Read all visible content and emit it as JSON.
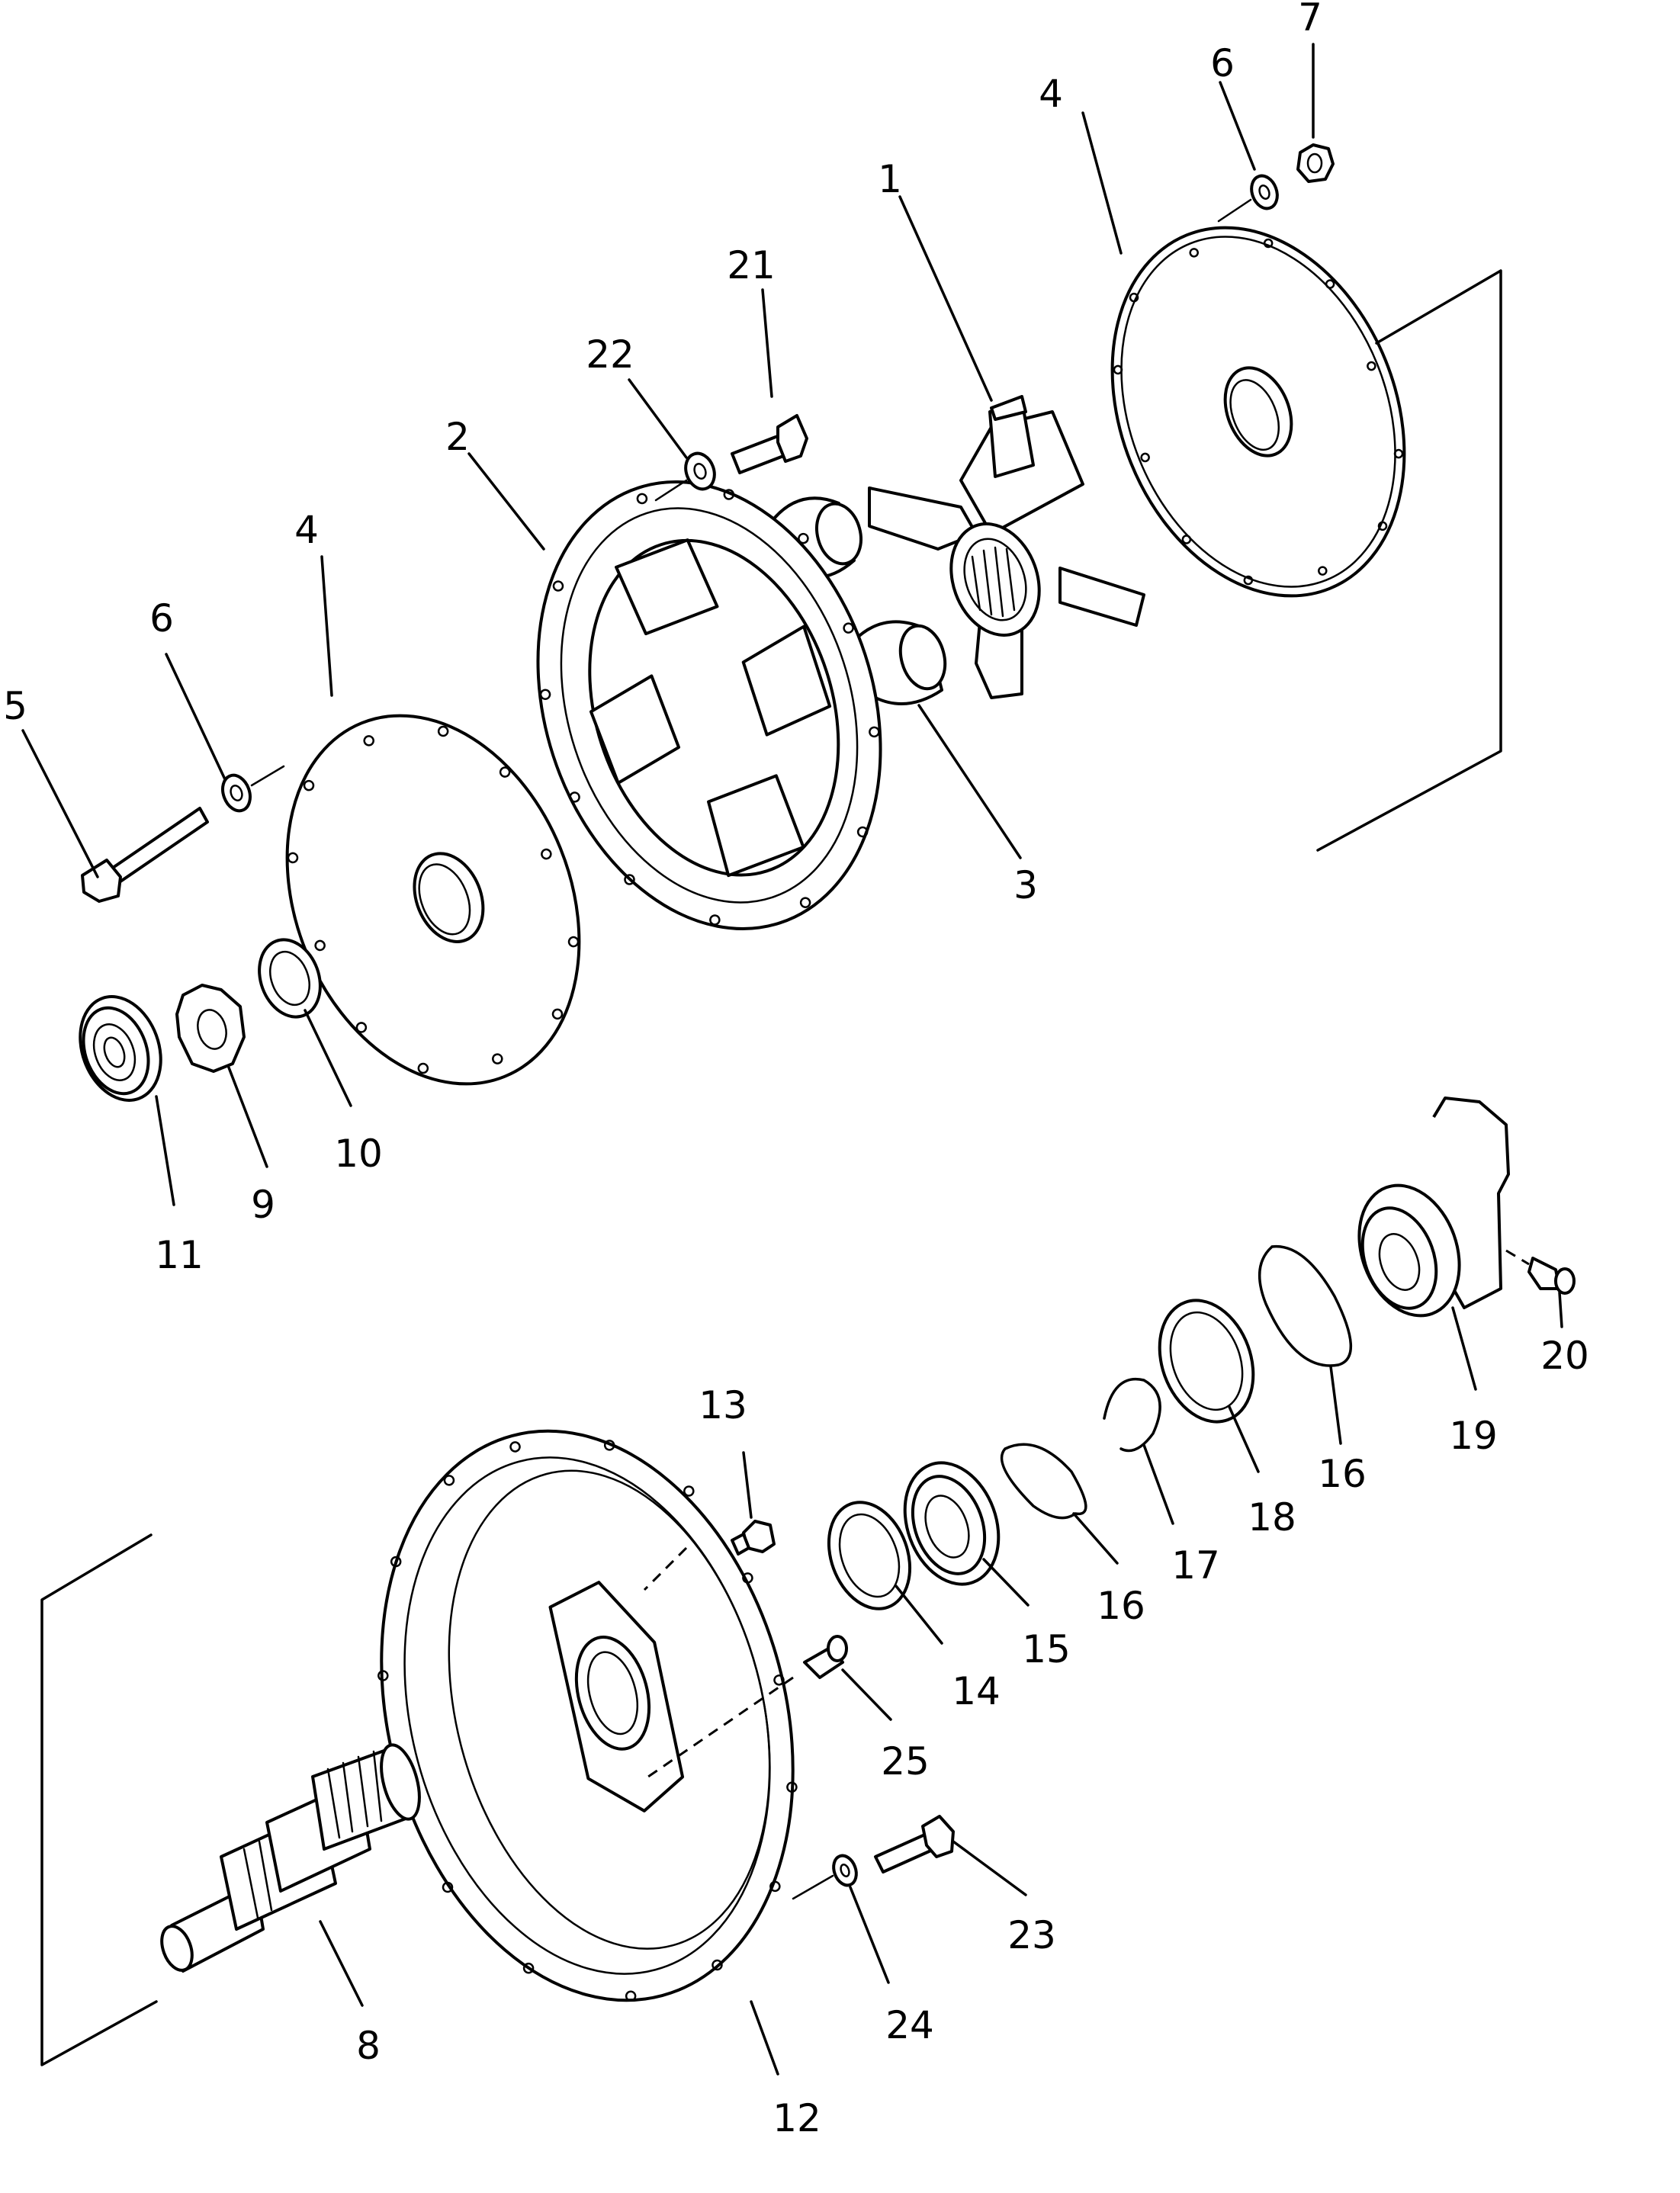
{
  "callouts": [
    {
      "id": "c1",
      "text": "1"
    },
    {
      "id": "c2",
      "text": "2"
    },
    {
      "id": "c3",
      "text": "3"
    },
    {
      "id": "c4a",
      "text": "4"
    },
    {
      "id": "c4b",
      "text": "4"
    },
    {
      "id": "c5",
      "text": "5"
    },
    {
      "id": "c6a",
      "text": "6"
    },
    {
      "id": "c6b",
      "text": "6"
    },
    {
      "id": "c7",
      "text": "7"
    },
    {
      "id": "c8",
      "text": "8"
    },
    {
      "id": "c9",
      "text": "9"
    },
    {
      "id": "c10",
      "text": "10"
    },
    {
      "id": "c11",
      "text": "11"
    },
    {
      "id": "c12",
      "text": "12"
    },
    {
      "id": "c13",
      "text": "13"
    },
    {
      "id": "c14",
      "text": "14"
    },
    {
      "id": "c15",
      "text": "15"
    },
    {
      "id": "c16a",
      "text": "16"
    },
    {
      "id": "c16b",
      "text": "16"
    },
    {
      "id": "c17",
      "text": "17"
    },
    {
      "id": "c18",
      "text": "18"
    },
    {
      "id": "c19",
      "text": "19"
    },
    {
      "id": "c20",
      "text": "20"
    },
    {
      "id": "c21",
      "text": "21"
    },
    {
      "id": "c22",
      "text": "22"
    },
    {
      "id": "c23",
      "text": "23"
    },
    {
      "id": "c24",
      "text": "24"
    },
    {
      "id": "c25",
      "text": "25"
    }
  ]
}
